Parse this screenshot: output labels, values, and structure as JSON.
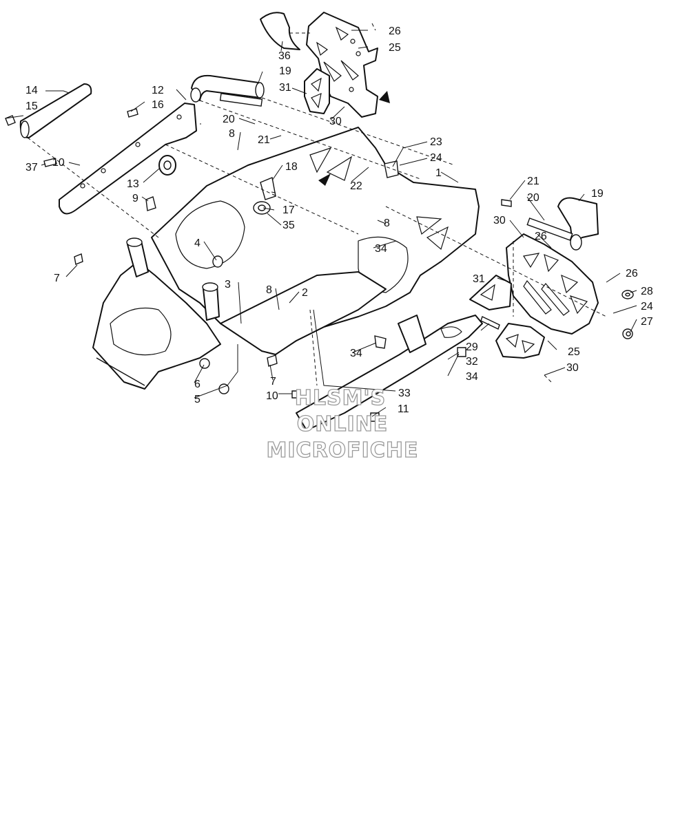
{
  "watermark": {
    "lines": [
      "HLSM'S",
      "ONLINE",
      "MICROFICHE"
    ],
    "color": "#9a9a9a"
  },
  "callouts": [
    {
      "id": "1"
    },
    {
      "id": "2"
    },
    {
      "id": "3"
    },
    {
      "id": "4"
    },
    {
      "id": "5"
    },
    {
      "id": "6"
    },
    {
      "id": "7"
    },
    {
      "id": "7"
    },
    {
      "id": "8"
    },
    {
      "id": "8"
    },
    {
      "id": "8"
    },
    {
      "id": "9"
    },
    {
      "id": "10"
    },
    {
      "id": "10"
    },
    {
      "id": "11"
    },
    {
      "id": "12"
    },
    {
      "id": "13"
    },
    {
      "id": "14"
    },
    {
      "id": "15"
    },
    {
      "id": "16"
    },
    {
      "id": "17"
    },
    {
      "id": "18"
    },
    {
      "id": "19"
    },
    {
      "id": "19"
    },
    {
      "id": "20"
    },
    {
      "id": "20"
    },
    {
      "id": "21"
    },
    {
      "id": "21"
    },
    {
      "id": "22"
    },
    {
      "id": "23"
    },
    {
      "id": "24"
    },
    {
      "id": "24"
    },
    {
      "id": "25"
    },
    {
      "id": "25"
    },
    {
      "id": "26"
    },
    {
      "id": "26"
    },
    {
      "id": "26"
    },
    {
      "id": "27"
    },
    {
      "id": "28"
    },
    {
      "id": "29"
    },
    {
      "id": "30"
    },
    {
      "id": "30"
    },
    {
      "id": "30"
    },
    {
      "id": "31"
    },
    {
      "id": "31"
    },
    {
      "id": "32"
    },
    {
      "id": "33"
    },
    {
      "id": "34"
    },
    {
      "id": "34"
    },
    {
      "id": "34"
    },
    {
      "id": "35"
    },
    {
      "id": "36"
    },
    {
      "id": "37"
    }
  ]
}
